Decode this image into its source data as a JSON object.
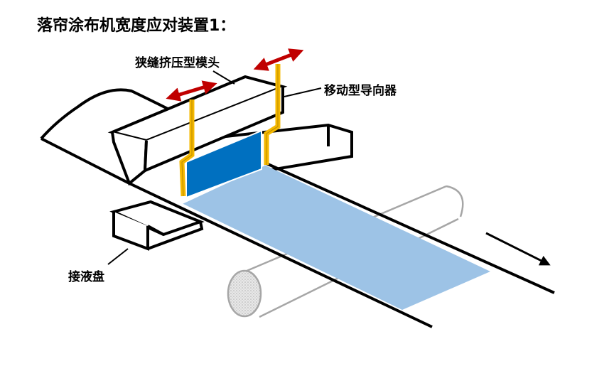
{
  "title": "落帘涂布机宽度应对装置1：",
  "labels": {
    "die": "狭缝挤压型模头",
    "guide": "移动型导向器",
    "tray": "接液盘"
  },
  "colors": {
    "outline": "#000000",
    "guide": "#F5B800",
    "curtain": "#0070C0",
    "coating": "#9DC3E6",
    "arrow": "#C00000",
    "roller": "#A6A6A6"
  }
}
